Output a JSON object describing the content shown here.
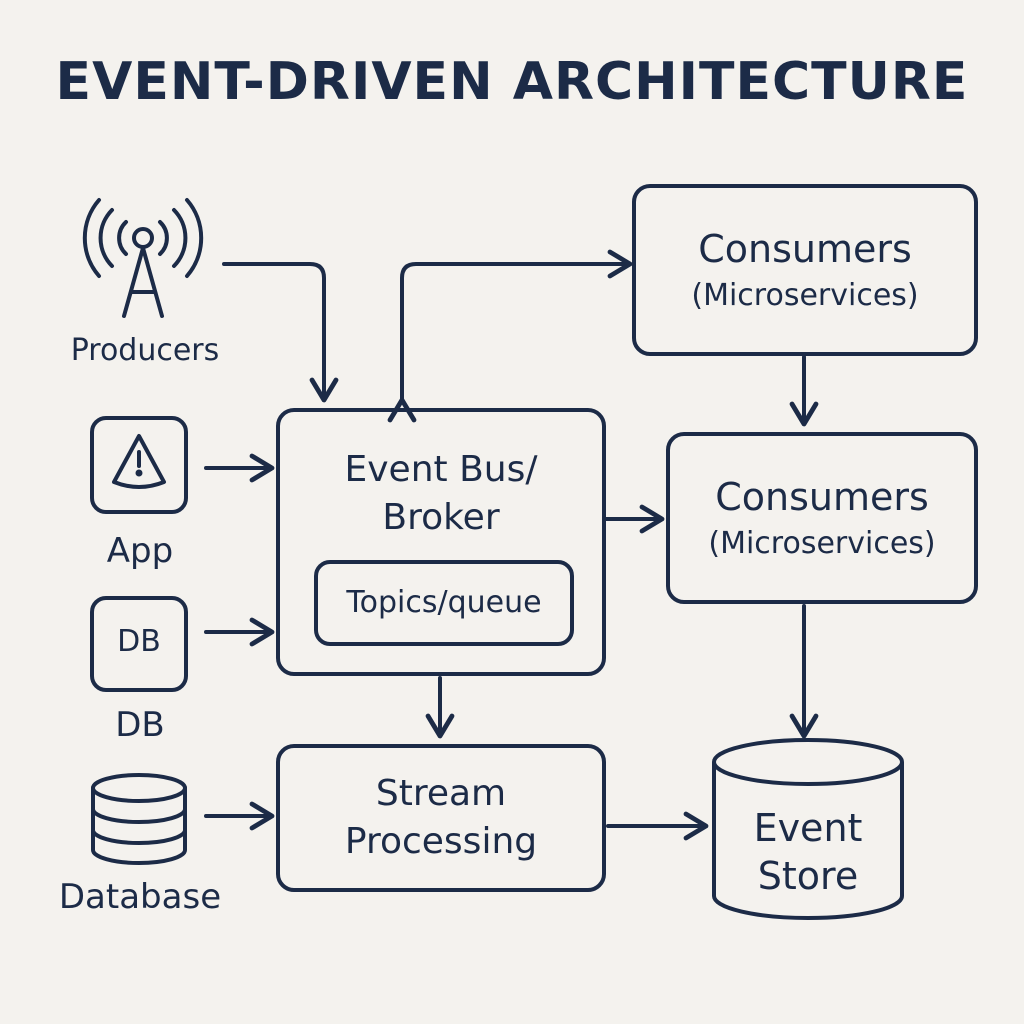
{
  "title": "EVENT-DRIVEN ARCHITECTURE",
  "sources": {
    "producers": {
      "label": "Producers",
      "icon": "broadcast-tower-icon"
    },
    "app": {
      "label": "App",
      "icon": "app-warning-icon"
    },
    "db": {
      "label": "DB",
      "icon_text": "DB",
      "icon": "db-tile-icon"
    },
    "database": {
      "label": "Database",
      "icon": "database-cylinder-icon"
    }
  },
  "nodes": {
    "event_bus": {
      "line1": "Event Bus/",
      "line2": "Broker",
      "inner": "Topics/queue"
    },
    "consumers_top": {
      "line1": "Consumers",
      "line2": "(Microservices)"
    },
    "consumers_mid": {
      "line1": "Consumers",
      "line2": "(Microservices)"
    },
    "stream": {
      "line1": "Stream",
      "line2": "Processing"
    },
    "event_store": {
      "line1": "Event",
      "line2": "Store"
    }
  },
  "colors": {
    "ink": "#1c2b47",
    "background": "#f4f2ee"
  }
}
